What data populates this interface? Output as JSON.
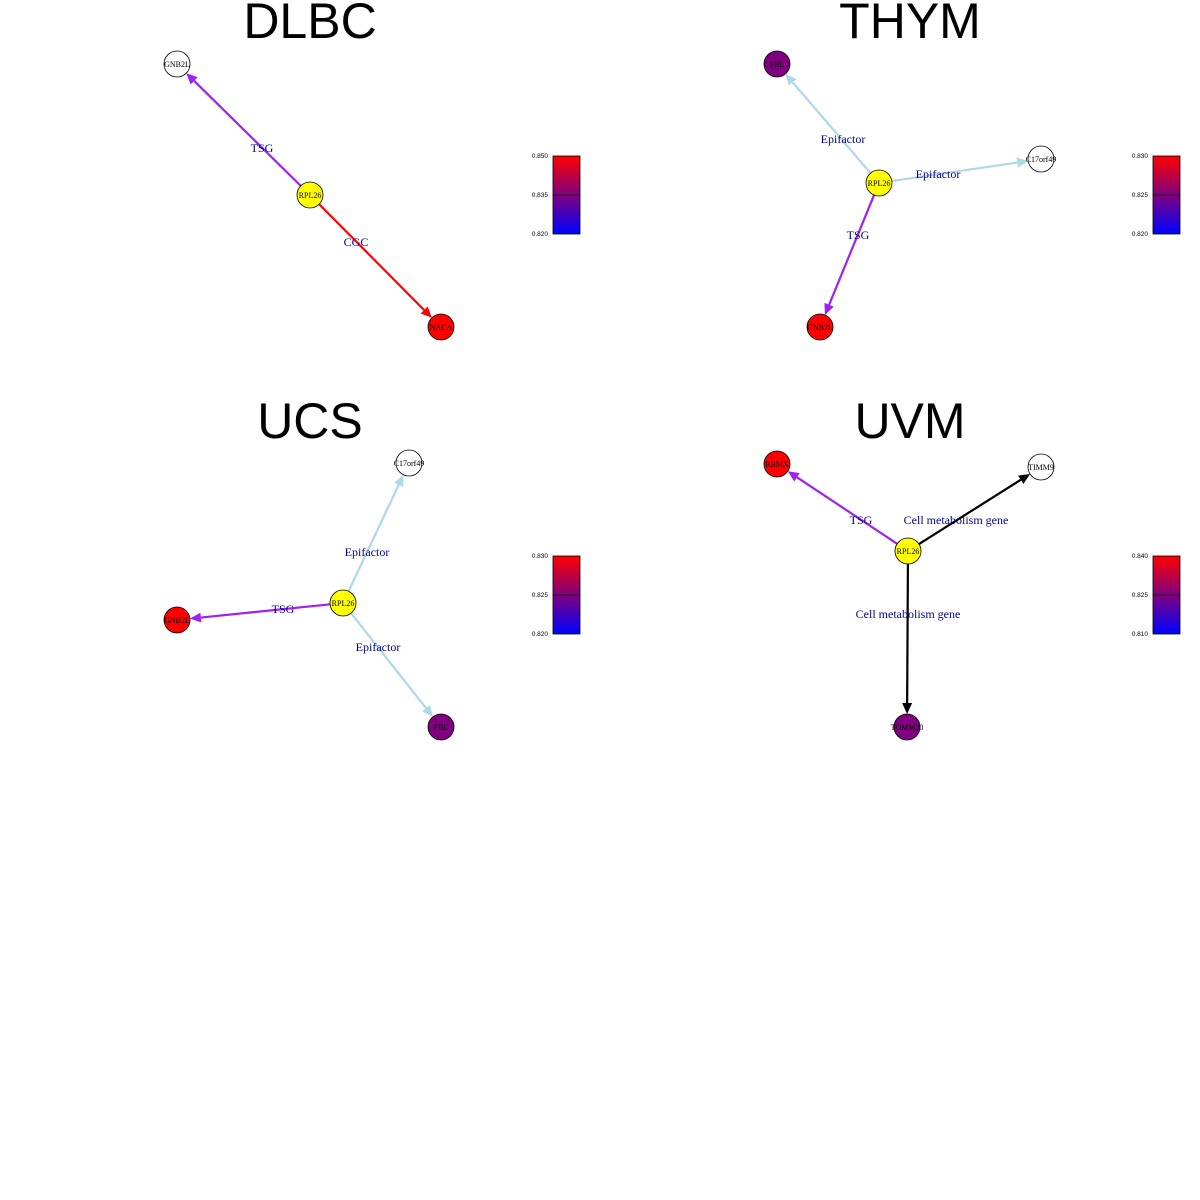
{
  "colors": {
    "hub": "#ffff00",
    "high": "#ff0000",
    "mid": "#800080",
    "none": "#ffffff",
    "edge_TSG": "#a020f0",
    "edge_CGC": "#ff0000",
    "edge_Epifactor": "#add8e6",
    "edge_Cell_metabolism_gene": "#000000",
    "edge_label_text": "#00008b",
    "legend_low": "#0000ff",
    "legend_high": "#ff0000"
  },
  "panels": [
    {
      "title": "DLBC",
      "hub": "RPL26",
      "nodes": [
        {
          "id": "RPL26",
          "fill": "hub"
        },
        {
          "id": "GNB2L",
          "fill": "none"
        },
        {
          "id": "NACA",
          "fill": "high"
        }
      ],
      "edges": [
        {
          "from": "RPL26",
          "to": "GNB2L",
          "label": "TSG",
          "type": "edge_TSG"
        },
        {
          "from": "RPL26",
          "to": "NACA",
          "label": "CGC",
          "type": "edge_CGC"
        }
      ],
      "legend": {
        "ticks": [
          "0.850",
          "0.835",
          "0.820"
        ]
      }
    },
    {
      "title": "THYM",
      "hub": "RPL26",
      "nodes": [
        {
          "id": "RPL26",
          "fill": "hub"
        },
        {
          "id": "FBL",
          "fill": "mid"
        },
        {
          "id": "C17orf49",
          "fill": "none"
        },
        {
          "id": "GNB2L",
          "fill": "high"
        }
      ],
      "edges": [
        {
          "from": "RPL26",
          "to": "FBL",
          "label": "Epifactor",
          "type": "edge_Epifactor"
        },
        {
          "from": "RPL26",
          "to": "C17orf49",
          "label": "Epifactor",
          "type": "edge_Epifactor"
        },
        {
          "from": "RPL26",
          "to": "GNB2L",
          "label": "TSG",
          "type": "edge_TSG"
        }
      ],
      "legend": {
        "ticks": [
          "0.830",
          "0.825",
          "0.820"
        ]
      }
    },
    {
      "title": "UCS",
      "hub": "RPL26",
      "nodes": [
        {
          "id": "RPL26",
          "fill": "hub"
        },
        {
          "id": "C17orf49",
          "fill": "none"
        },
        {
          "id": "GNB2L",
          "fill": "high"
        },
        {
          "id": "FBL",
          "fill": "mid"
        }
      ],
      "edges": [
        {
          "from": "RPL26",
          "to": "C17orf49",
          "label": "Epifactor",
          "type": "edge_Epifactor"
        },
        {
          "from": "RPL26",
          "to": "GNB2L",
          "label": "TSG",
          "type": "edge_TSG"
        },
        {
          "from": "RPL26",
          "to": "FBL",
          "label": "Epifactor",
          "type": "edge_Epifactor"
        }
      ],
      "legend": {
        "ticks": [
          "0.830",
          "0.825",
          "0.820"
        ]
      }
    },
    {
      "title": "UVM",
      "hub": "RPL26",
      "nodes": [
        {
          "id": "RPL26",
          "fill": "hub"
        },
        {
          "id": "RBMX",
          "fill": "high"
        },
        {
          "id": "TIMM9",
          "fill": "none"
        },
        {
          "id": "TOMM20",
          "fill": "mid"
        }
      ],
      "edges": [
        {
          "from": "RPL26",
          "to": "RBMX",
          "label": "TSG",
          "type": "edge_TSG"
        },
        {
          "from": "RPL26",
          "to": "TIMM9",
          "label": "Cell metabolism gene",
          "type": "edge_Cell_metabolism_gene"
        },
        {
          "from": "RPL26",
          "to": "TOMM20",
          "label": "Cell metabolism gene",
          "type": "edge_Cell_metabolism_gene"
        }
      ],
      "legend": {
        "ticks": [
          "0.840",
          "0.825",
          "0.810"
        ]
      }
    }
  ]
}
